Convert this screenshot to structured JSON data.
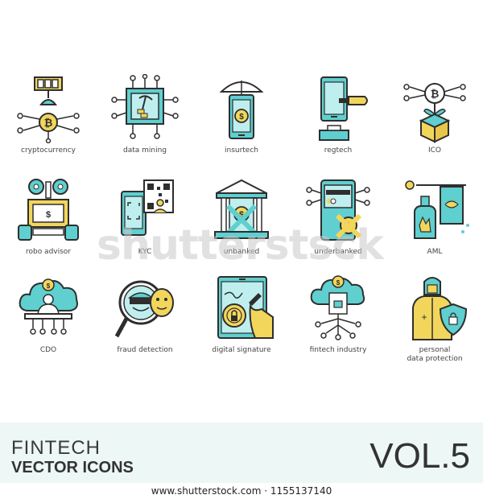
{
  "icons": [
    {
      "label": "cryptocurrency",
      "icon": "crypto-icon"
    },
    {
      "label": "data mining",
      "icon": "data-mining-icon"
    },
    {
      "label": "insurtech",
      "icon": "insurtech-icon"
    },
    {
      "label": "regtech",
      "icon": "regtech-icon"
    },
    {
      "label": "ICO",
      "icon": "ico-icon"
    },
    {
      "label": "robo advisor",
      "icon": "robo-advisor-icon"
    },
    {
      "label": "KYC",
      "icon": "kyc-icon"
    },
    {
      "label": "unbanked",
      "icon": "unbanked-icon"
    },
    {
      "label": "underbanked",
      "icon": "underbanked-icon"
    },
    {
      "label": "AML",
      "icon": "aml-icon"
    },
    {
      "label": "CDO",
      "icon": "cdo-icon"
    },
    {
      "label": "fraud detection",
      "icon": "fraud-detection-icon"
    },
    {
      "label": "digital signature",
      "icon": "digital-signature-icon"
    },
    {
      "label": "fintech industry",
      "icon": "fintech-industry-icon"
    },
    {
      "label": "personal",
      "label2": "data protection",
      "icon": "data-protection-icon"
    }
  ],
  "footer": {
    "line1": "FINTECH",
    "line2": "VECTOR ICONS",
    "vol": "VOL.5"
  },
  "watermark": "shutterstsck",
  "url": "www.shutterstock.com · 1155137140",
  "colors": {
    "teal": "#5fcfcf",
    "yellow": "#f2d65c",
    "dark": "#2e2e2e",
    "bg_footer": "#edf7f6"
  }
}
